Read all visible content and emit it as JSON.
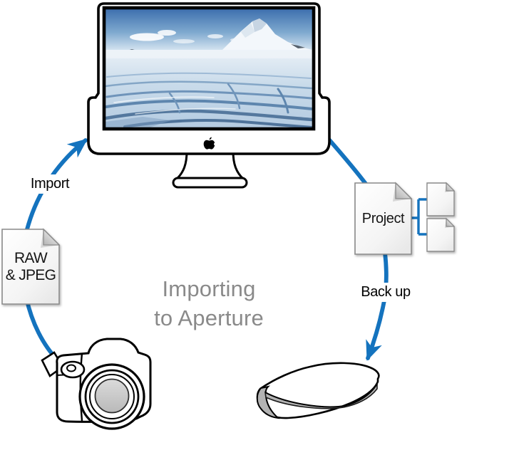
{
  "diagram": {
    "name": "Importing to Aperture workflow",
    "title": {
      "line1": "Importing",
      "line2": "to Aperture"
    },
    "labels": {
      "import": "Import",
      "backup": "Back up"
    },
    "documents": {
      "raw_jpeg": {
        "line1": "RAW",
        "line2": "& JPEG"
      },
      "project": {
        "label": "Project"
      },
      "backup_copies": 2
    },
    "icons": {
      "computer": "imac-with-landscape-photo",
      "camera": "dslr-camera",
      "storage": "external-hard-drive",
      "logo": "apple-logo",
      "file": "page-with-folded-corner"
    },
    "colors": {
      "arrow": "#1473BE",
      "title_text": "#8A8A8A",
      "label_text": "#000000",
      "doc_border": "#8A8A8A"
    }
  }
}
